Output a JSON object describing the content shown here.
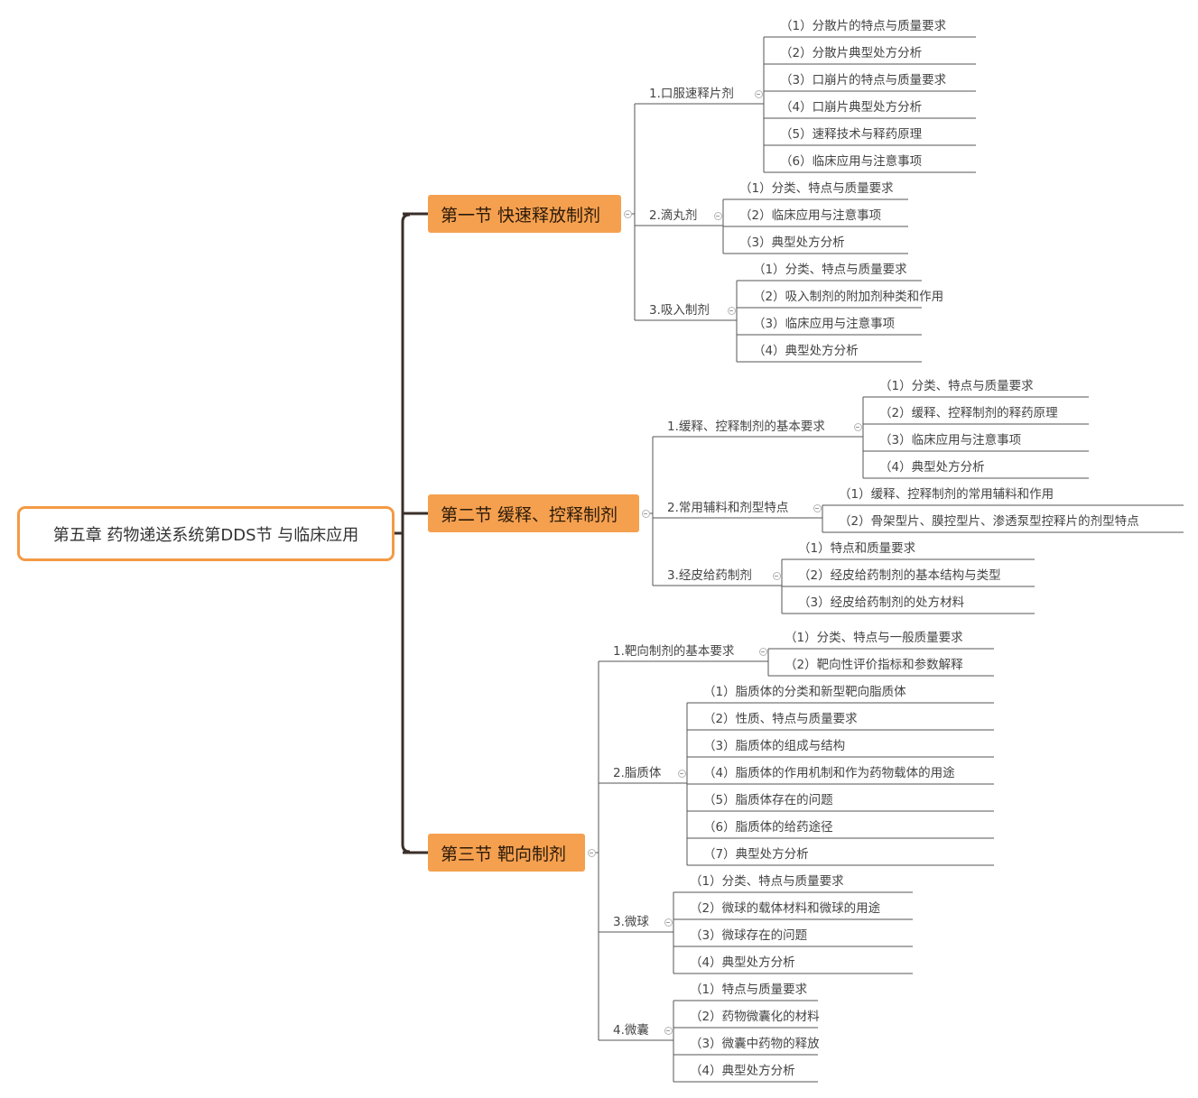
{
  "root": {
    "title": "第五章 药物递送系统第DDS节 与临床应用"
  },
  "colors": {
    "accent": "#F39A45",
    "section_fill": "#F5A04F",
    "trunk": "#3a2f2a",
    "line": "#555555"
  },
  "sections": [
    {
      "title": "第一节 快速释放制剂",
      "topics": [
        {
          "title": "1.口服速释片剂",
          "items": [
            "（1）分散片的特点与质量要求",
            "（2）分散片典型处方分析",
            "（3）口崩片的特点与质量要求",
            "（4）口崩片典型处方分析",
            "（5）速释技术与释药原理",
            "（6）临床应用与注意事项"
          ]
        },
        {
          "title": "2.滴丸剂",
          "items": [
            "（1）分类、特点与质量要求",
            "（2）临床应用与注意事项",
            "（3）典型处方分析"
          ]
        },
        {
          "title": "3.吸入制剂",
          "items": [
            "（1）分类、特点与质量要求",
            "（2）吸入制剂的附加剂种类和作用",
            "（3）临床应用与注意事项",
            "（4）典型处方分析"
          ]
        }
      ]
    },
    {
      "title": "第二节 缓释、控释制剂",
      "topics": [
        {
          "title": "1.缓释、控释制剂的基本要求",
          "items": [
            "（1）分类、特点与质量要求",
            "（2）缓释、控释制剂的释药原理",
            "（3）临床应用与注意事项",
            "（4）典型处方分析"
          ]
        },
        {
          "title": "2.常用辅料和剂型特点",
          "items": [
            "（1）缓释、控释制剂的常用辅料和作用",
            "（2）骨架型片、膜控型片、渗透泵型控释片的剂型特点"
          ]
        },
        {
          "title": "3.经皮给药制剂",
          "items": [
            "（1）特点和质量要求",
            "（2）经皮给药制剂的基本结构与类型",
            "（3）经皮给药制剂的处方材料"
          ]
        }
      ]
    },
    {
      "title": "第三节 靶向制剂",
      "topics": [
        {
          "title": "1.靶向制剂的基本要求",
          "items": [
            "（1）分类、特点与一般质量要求",
            "（2）靶向性评价指标和参数解释"
          ]
        },
        {
          "title": "2.脂质体",
          "items": [
            "（1）脂质体的分类和新型靶向脂质体",
            "（2）性质、特点与质量要求",
            "（3）脂质体的组成与结构",
            "（4）脂质体的作用机制和作为药物载体的用途",
            "（5）脂质体存在的问题",
            "（6）脂质体的给药途径",
            "（7）典型处方分析"
          ]
        },
        {
          "title": "3.微球",
          "items": [
            "（1）分类、特点与质量要求",
            "（2）微球的载体材料和微球的用途",
            "（3）微球存在的问题",
            "（4）典型处方分析"
          ]
        },
        {
          "title": "4.微囊",
          "items": [
            "（1）特点与质量要求",
            "（2）药物微囊化的材料",
            "（3）微囊中药物的释放",
            "（4）典型处方分析"
          ]
        }
      ]
    }
  ]
}
